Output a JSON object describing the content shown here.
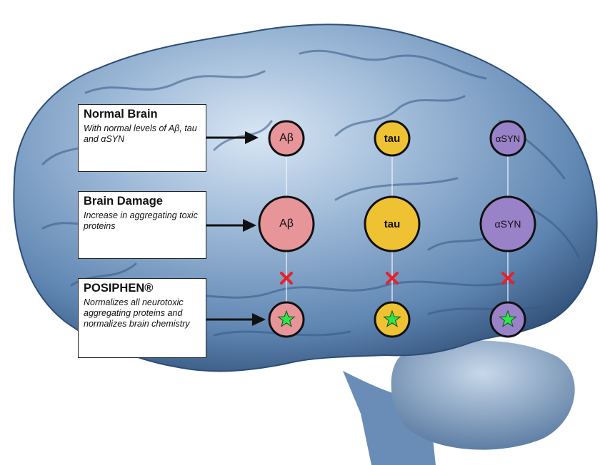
{
  "boxes": [
    {
      "title": "Normal Brain",
      "desc": "With normal levels of Aβ, tau and αSYN"
    },
    {
      "title": "Brain Damage",
      "desc": "Increase in aggregating toxic proteins"
    },
    {
      "title": "POSIPHEN®",
      "desc": "Normalizes all neurotoxic aggregating proteins and normalizes brain chemistry"
    }
  ],
  "proteins": [
    {
      "label": "Aβ",
      "color": "#e8959a"
    },
    {
      "label": "tau",
      "color": "#eec232"
    },
    {
      "label": "αSYN",
      "color": "#9a82c9"
    }
  ],
  "colors": {
    "star": "#2ee64a",
    "cross": "#e8202a",
    "brain": "#6f95bf"
  },
  "icons": {
    "blocked": "red-x-icon",
    "normalized": "green-star-icon"
  }
}
